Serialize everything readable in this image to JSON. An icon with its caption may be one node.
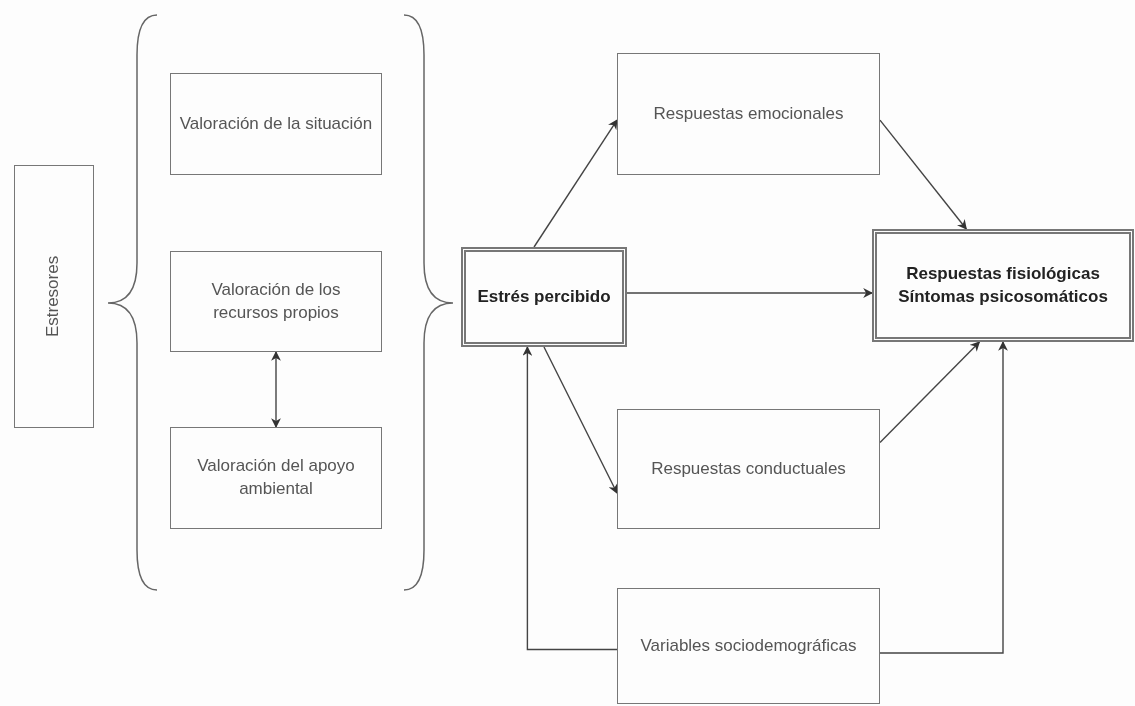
{
  "diagram": {
    "nodes": [
      {
        "text": [
          "Estresores"
        ]
      },
      {
        "text": [
          "Valoración de la situación"
        ]
      },
      {
        "text": [
          "Valoración de los recursos propios"
        ]
      },
      {
        "text": [
          "Valoración del apoyo ambiental"
        ]
      },
      {
        "text": [
          "Estrés percibido"
        ]
      },
      {
        "text": [
          "Respuestas emocionales"
        ]
      },
      {
        "text": [
          "Respuestas fisiológicas",
          "Síntomas psicosomáticos"
        ]
      },
      {
        "text": [
          "Respuestas conductuales"
        ]
      },
      {
        "text": [
          "Variables sociodemográficas"
        ]
      }
    ],
    "edges": [
      {
        "from": 2,
        "to": 3,
        "arrow": "both"
      },
      {
        "from": 4,
        "to": 5,
        "arrow": "to"
      },
      {
        "from": 5,
        "to": 6,
        "arrow": "to"
      },
      {
        "from": 4,
        "to": 6,
        "arrow": "to"
      },
      {
        "from": 4,
        "to": 7,
        "arrow": "to"
      },
      {
        "from": 7,
        "to": 6,
        "arrow": "to"
      },
      {
        "from": 8,
        "to": 4,
        "arrow": "to"
      },
      {
        "from": 8,
        "to": 6,
        "arrow": "to"
      }
    ]
  }
}
